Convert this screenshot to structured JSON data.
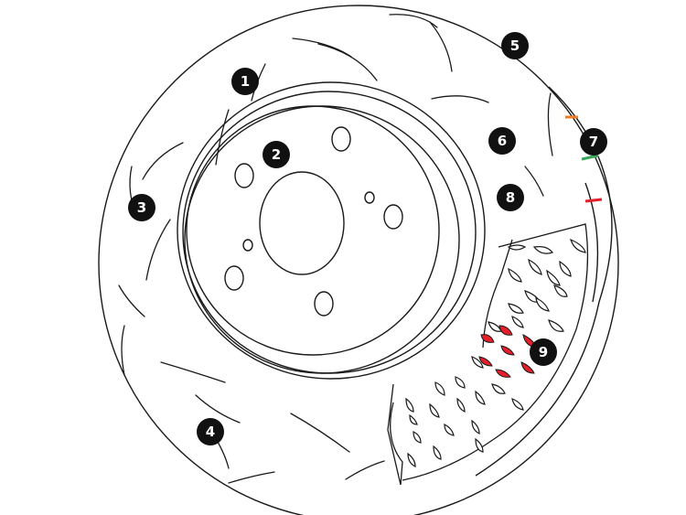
{
  "diagram": {
    "callouts": [
      {
        "id": 1,
        "label": "1"
      },
      {
        "id": 2,
        "label": "2"
      },
      {
        "id": 3,
        "label": "3"
      },
      {
        "id": 4,
        "label": "4"
      },
      {
        "id": 5,
        "label": "5"
      },
      {
        "id": 6,
        "label": "6"
      },
      {
        "id": 7,
        "label": "7"
      },
      {
        "id": 8,
        "label": "8"
      },
      {
        "id": 9,
        "label": "9"
      }
    ],
    "colors": {
      "line": "#1a1a1a",
      "marker_fill": "#111111",
      "marker_text": "#ffffff",
      "accent_red": "#e3202a",
      "accent_orange": "#f07d2a",
      "accent_green": "#3aa65a"
    }
  }
}
